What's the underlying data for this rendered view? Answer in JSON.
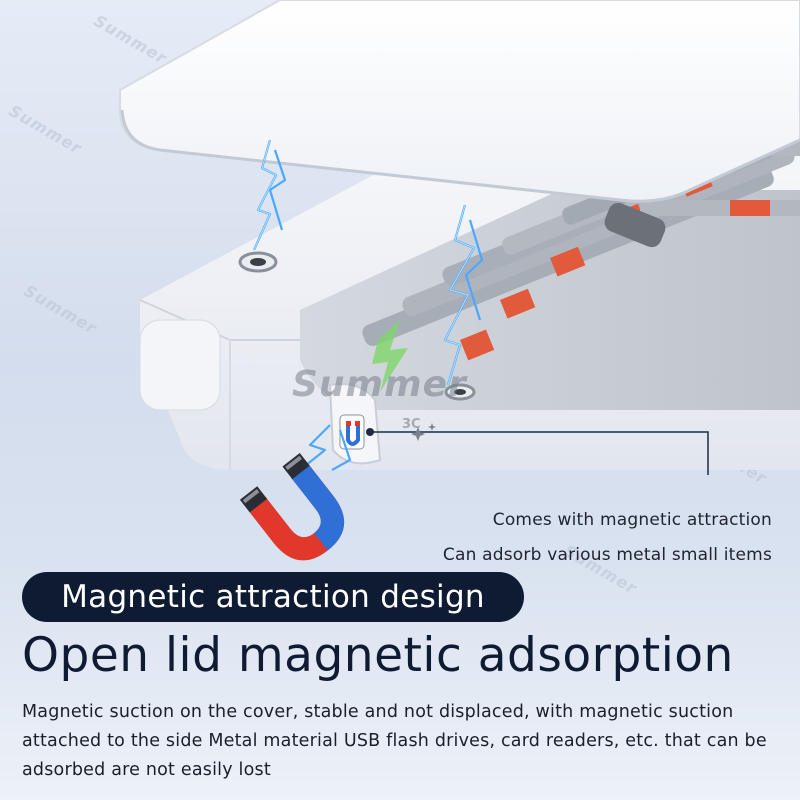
{
  "watermark": {
    "text": "Summer",
    "logo_main": "Summer",
    "logo_sub": "3C"
  },
  "callout": {
    "line1": "Comes with magnetic attraction",
    "line2": "Can adsorb various metal small items"
  },
  "banner": {
    "pill_label": "Magnetic attraction design",
    "headline": "Open lid magnetic adsorption",
    "description": "Magnetic suction on the cover, stable and not displaced, with magnetic suction attached to the side Metal material USB flash drives, card readers, etc. that can be adsorbed are not easily lost"
  },
  "colors": {
    "dark_navy": "#0f1b33",
    "magnet_red": "#e0392b",
    "magnet_blue": "#2f6fd6",
    "tool_orange": "#e25a3c",
    "lightning": "#4aa8ff"
  },
  "icons": [
    "lightning-icon",
    "horseshoe-magnet-icon",
    "magnet-symbol-icon",
    "sparkle-icon"
  ]
}
